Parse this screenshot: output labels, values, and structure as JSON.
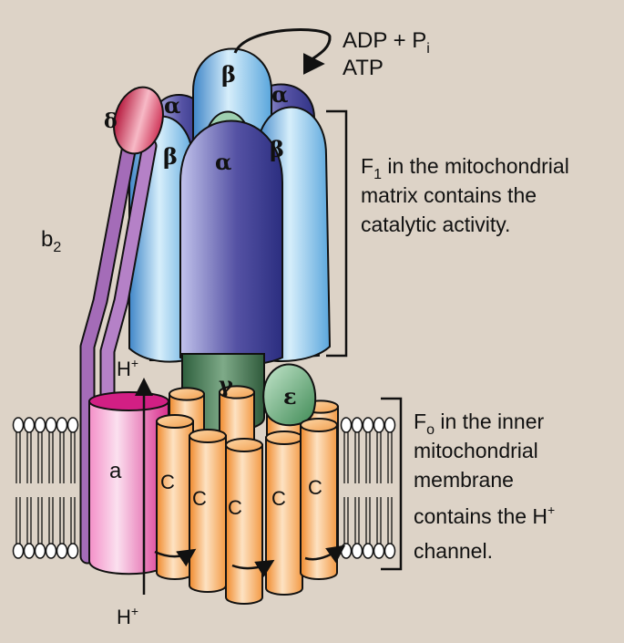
{
  "reaction": {
    "reactants": "ADP + P",
    "reactant_subscript": "i",
    "product": "ATP"
  },
  "subunits": {
    "delta": "δ",
    "alpha": "α",
    "beta": "β",
    "gamma": "γ",
    "epsilon": "ε",
    "b2_main": "b",
    "b2_subscript": "2",
    "a": "a",
    "c": "C"
  },
  "proton_top": {
    "main": "H",
    "sup": "+"
  },
  "proton_bottom": {
    "main": "H",
    "sup": "+"
  },
  "f1_label": {
    "line1_main": "F",
    "line1_subscript": "1",
    "line1_rest": " in the mitochondrial",
    "line2": "matrix contains the",
    "line3": "catalytic activity."
  },
  "fo_label": {
    "line1_main": "F",
    "line1_subscript": "o",
    "line1_rest": " in the inner",
    "line2": "mitochondrial",
    "line3": "membrane",
    "line4_main": "contains the H",
    "line4_sup": "+",
    "line5": "channel."
  },
  "colors": {
    "background": "#ddd3c7",
    "beta_blue": "#7ec6ee",
    "alpha_purple": "#5c5aa6",
    "gamma_green": "#4f8460",
    "epsilon_green": "#7dbb8e",
    "delta_red": "#d3385a",
    "b2_purple": "#a46cb8",
    "a_magenta": "#e23d9c",
    "c_orange": "#f5a048"
  }
}
